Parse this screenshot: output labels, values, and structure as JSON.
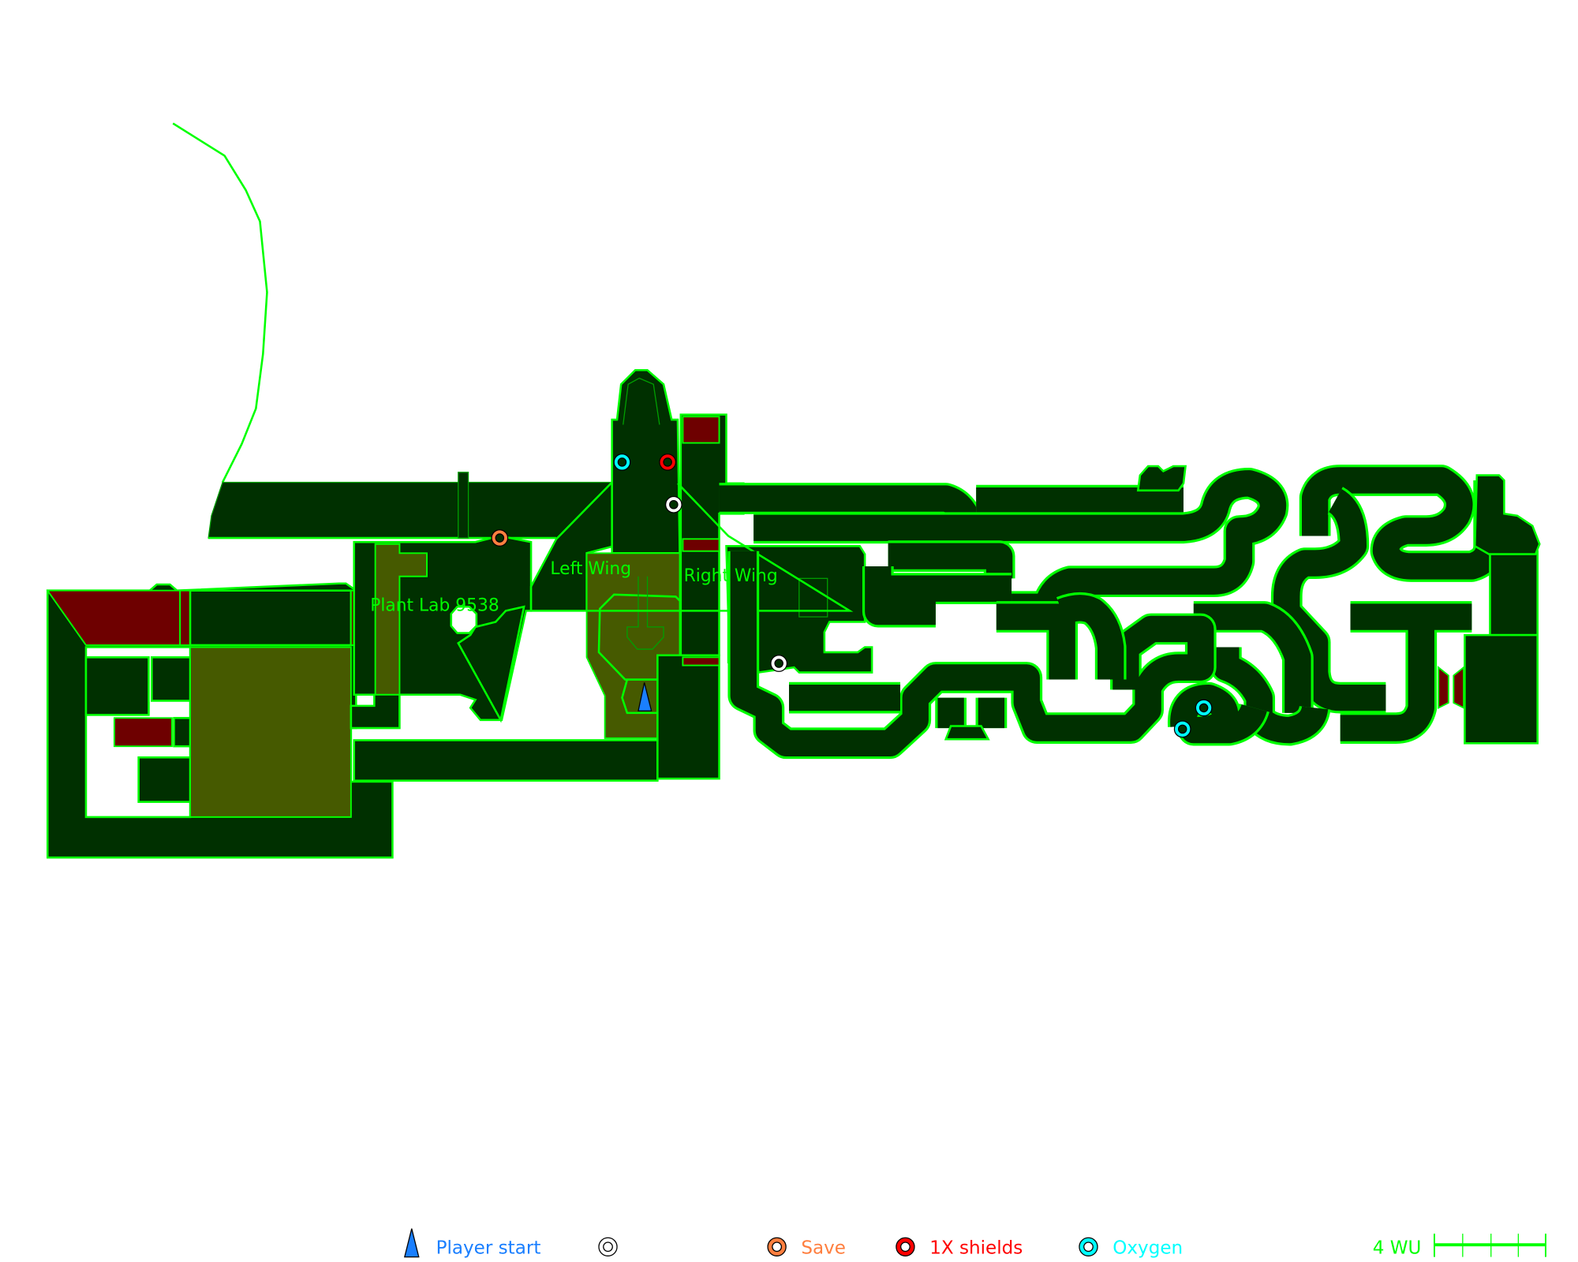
{
  "colors": {
    "floor": "#003000",
    "outline": "#00ff00",
    "hazard": "#6e0000",
    "special_floor": "#465a00",
    "player_start": "#1a7fff",
    "save": "#ff7f3f",
    "shields": "#ff0000",
    "oxygen": "#00ffff",
    "scale": "#00ff00"
  },
  "map": {
    "labels": {
      "plant_lab": "Plant Lab 9538",
      "left_wing": "Left Wing",
      "right_wing": "Right Wing"
    },
    "markers": [
      {
        "type": "oxygen"
      },
      {
        "type": "shields"
      },
      {
        "type": "generic"
      },
      {
        "type": "save"
      },
      {
        "type": "generic"
      },
      {
        "type": "oxygen"
      },
      {
        "type": "oxygen"
      },
      {
        "type": "player_start"
      }
    ]
  },
  "legend": {
    "player_start": "Player start",
    "generic": "",
    "save": "Save",
    "shields": "1X shields",
    "oxygen": "Oxygen",
    "scale_label": "4 WU",
    "scale_divisions": 4
  }
}
